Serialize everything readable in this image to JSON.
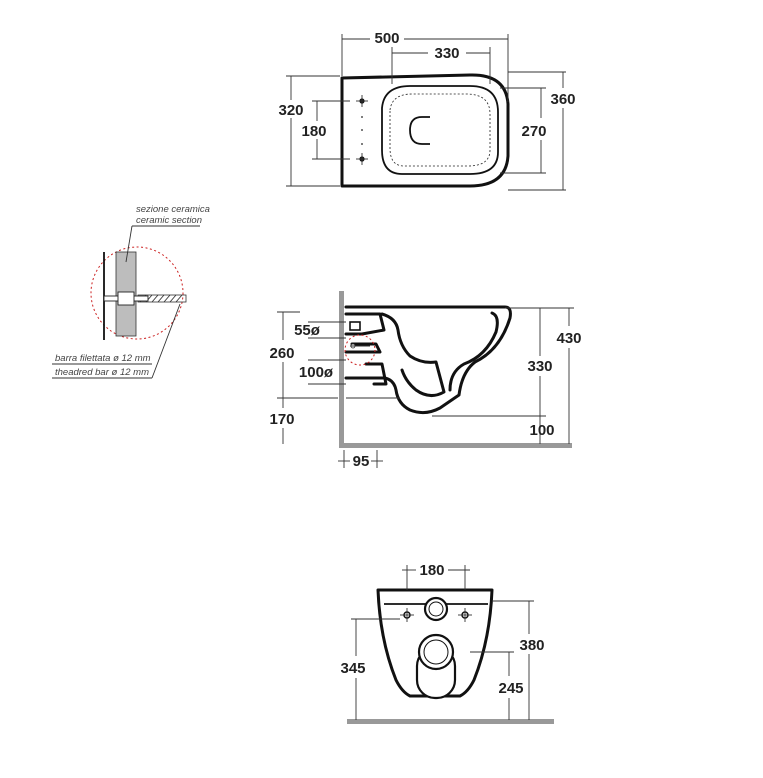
{
  "top_view": {
    "width": "500",
    "outlet_distance": "330",
    "depth_left": "320",
    "depth_right": "360",
    "bolt_spacing": "180",
    "bowl_depth": "270"
  },
  "detail": {
    "label_section_it": "sezione ceramica",
    "label_section_en": "ceramic section",
    "label_bar_it": "barra filettata ø 12 mm",
    "label_bar_en": "theadred bar ø 12 mm"
  },
  "side_view": {
    "inlet": "55ø",
    "outlet": "100ø",
    "bolt_height": "260",
    "outlet_height": "170",
    "total_height": "430",
    "bowl_height": "330",
    "rim_offset": "100",
    "wall_offset": "95"
  },
  "front_view": {
    "bolt_spacing": "180",
    "height_left": "345",
    "height_right": "380",
    "outlet_height": "245"
  }
}
